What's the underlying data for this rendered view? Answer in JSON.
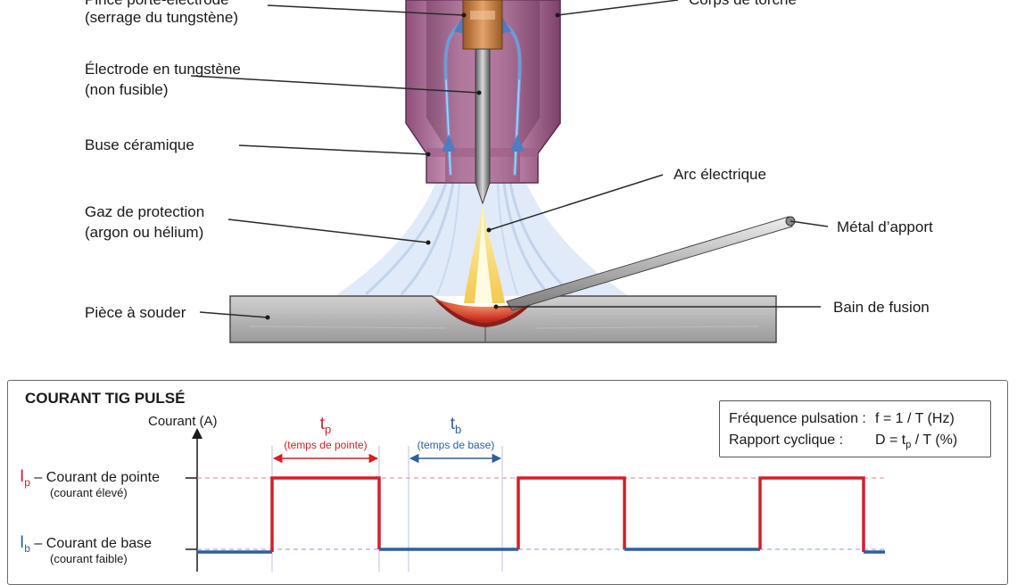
{
  "labels": {
    "pince_line1": "Pince porte-électrode",
    "pince_line2": "(serrage du tungstène)",
    "corps": "Corps de torche",
    "electrode_line1": "Électrode en tungstène",
    "electrode_line2": "(non fusible)",
    "buse": "Buse céramique",
    "arc": "Arc électrique",
    "gaz_line1": "Gaz de protection",
    "gaz_line2": "(argon ou hélium)",
    "metal_apport": "Métal d’apport",
    "piece": "Pièce à souder",
    "bain": "Bain de fusion"
  },
  "pulse": {
    "title": "COURANT TIG PULSÉ",
    "axis_title": "Courant (A)",
    "tp_symbol": "t",
    "tp_sub": "p",
    "tp_desc": "(temps de pointe)",
    "tb_symbol": "t",
    "tb_sub": "b",
    "tb_desc": "(temps de base)",
    "ip_symbol": "I",
    "ip_sub": "p",
    "ip_label": " – Courant de pointe",
    "ip_desc": "(courant élevé)",
    "ib_symbol": "I",
    "ib_sub": "b",
    "ib_label": " – Courant de base",
    "ib_desc": "(courant faible)",
    "freq_key": "Fréquence pulsation :",
    "freq_val": "f = 1 / T  (Hz)",
    "ratio_key": "Rapport cyclique :",
    "ratio_val_a": "D = t",
    "ratio_val_sub": "p",
    "ratio_val_b": " / T  (%)"
  },
  "colors": {
    "peak": "#d1202a",
    "base": "#2f5e9f",
    "torch_body": "#c58bb0",
    "nozzle": "#b06f98",
    "gas": "#a9c4ea",
    "workpiece": "#b8b8b8",
    "pool": "#d9402a"
  }
}
